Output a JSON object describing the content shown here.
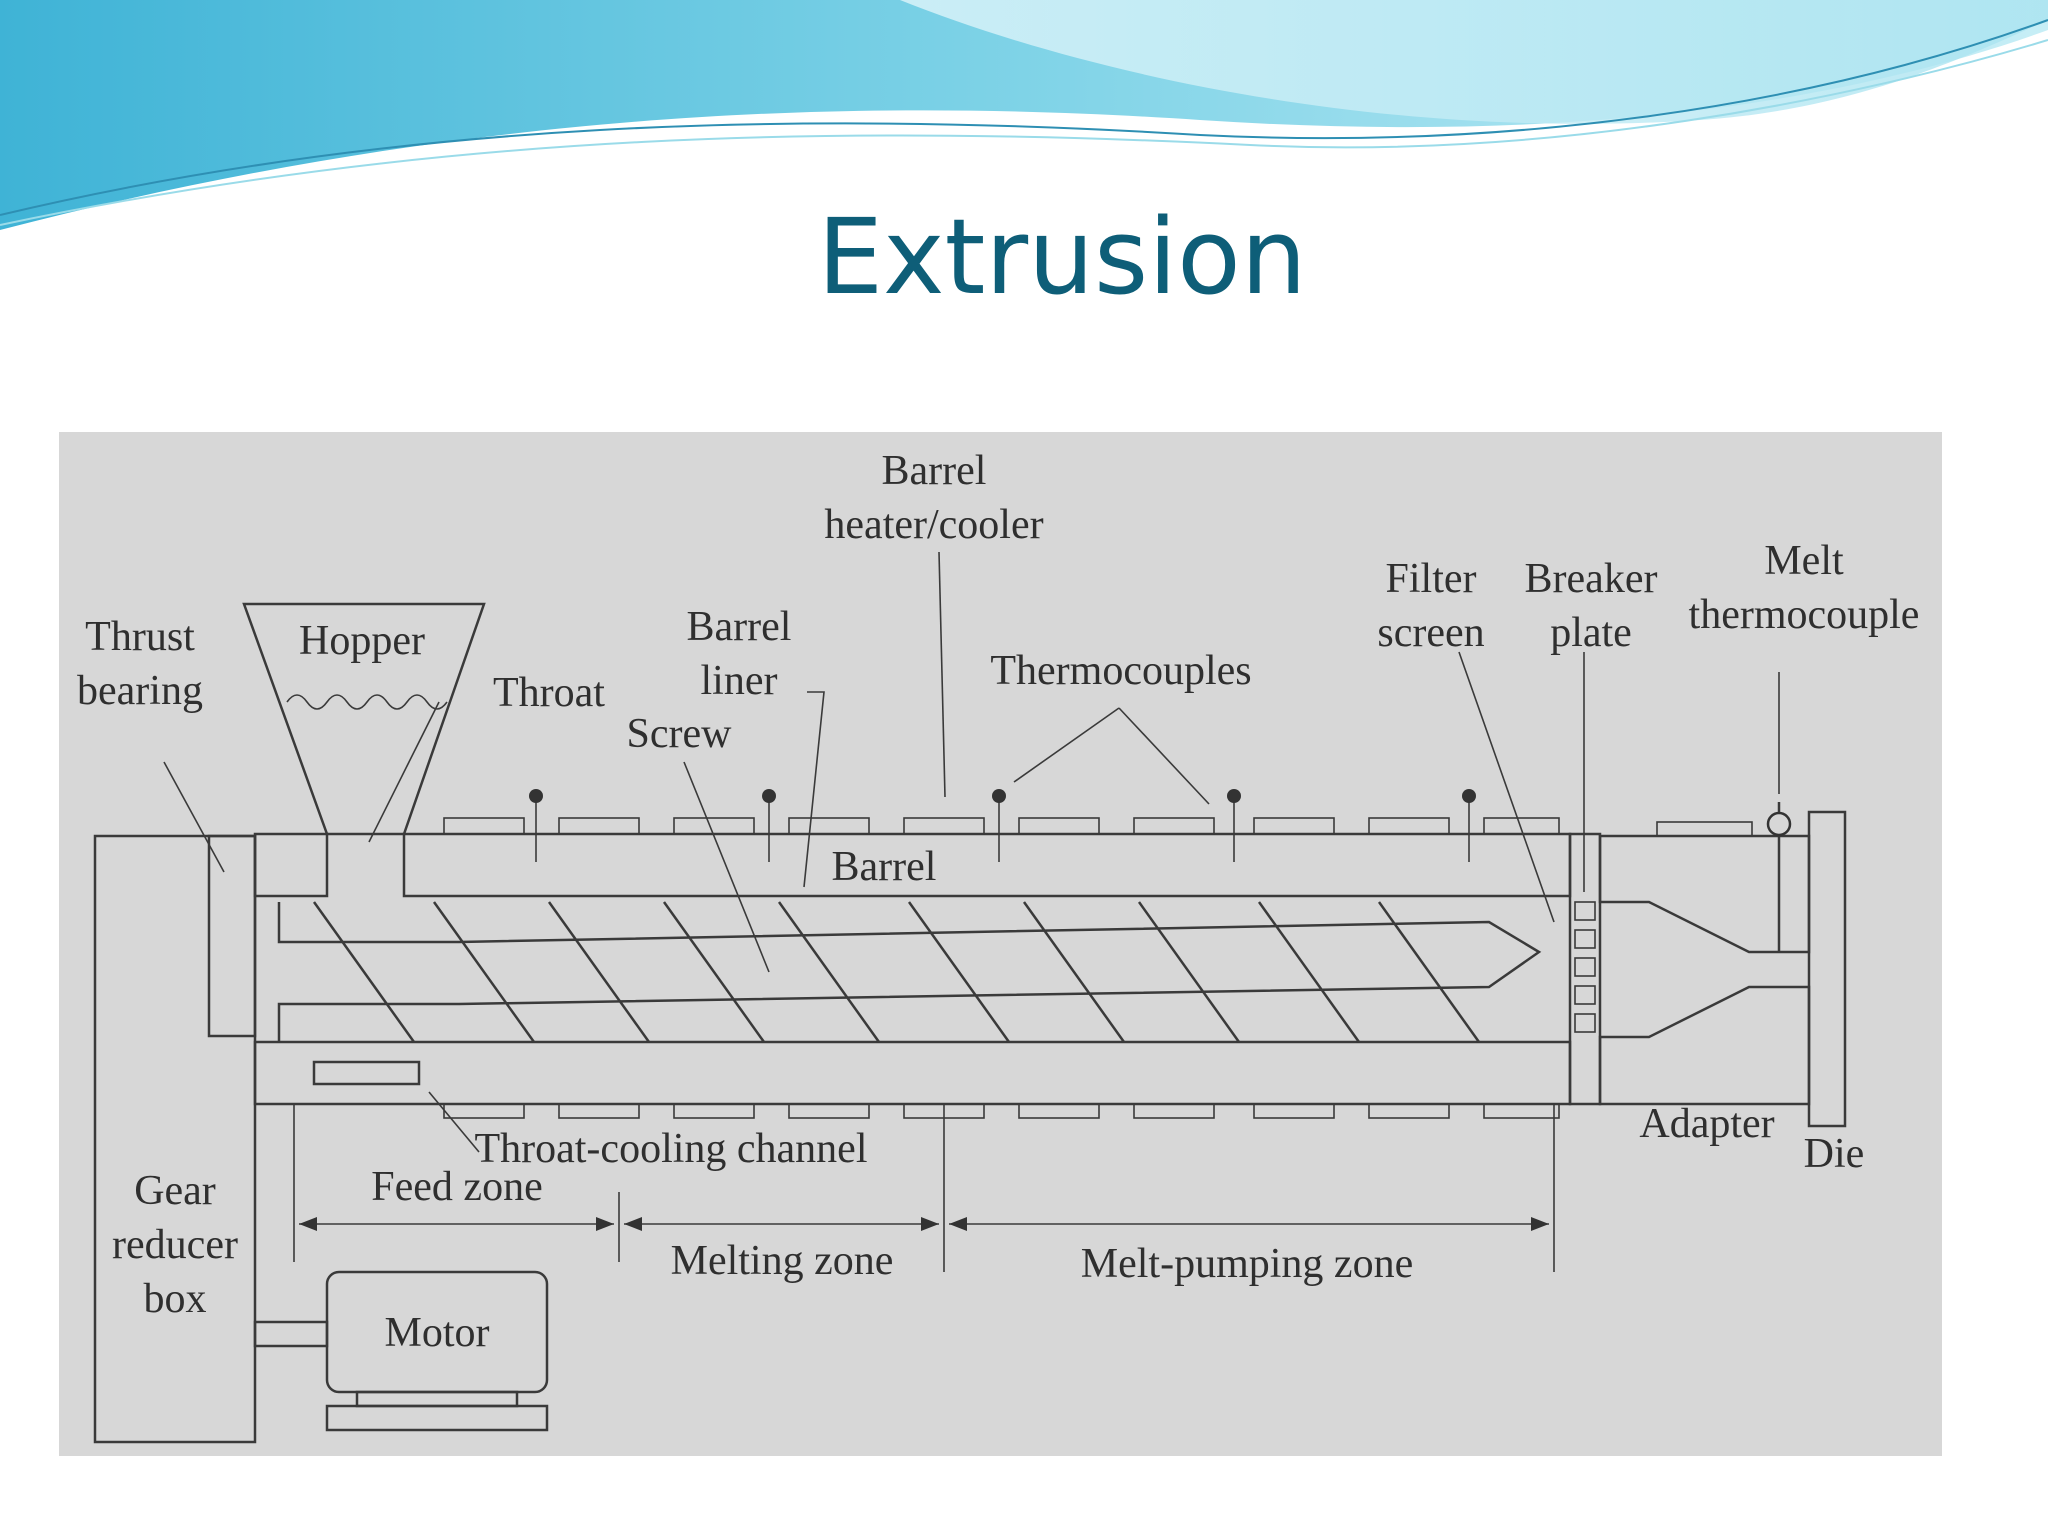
{
  "slide": {
    "title": "Extrusion",
    "colors": {
      "title": "#0e5e78",
      "wave_light": "#c7eef6",
      "wave_mid": "#7fd3e7",
      "wave_dark": "#3fb3d6",
      "diagram_background": "#d7d7d7"
    }
  },
  "diagram": {
    "labels": {
      "barrel_heater_cooler": [
        "Barrel",
        "heater/cooler"
      ],
      "thrust_bearing": [
        "Thrust",
        "bearing"
      ],
      "hopper": "Hopper",
      "throat": "Throat",
      "barrel_liner": [
        "Barrel",
        "liner"
      ],
      "screw": "Screw",
      "thermocouples": "Thermocouples",
      "filter_screen": [
        "Filter",
        "screen"
      ],
      "breaker_plate": [
        "Breaker",
        "plate"
      ],
      "melt_thermocouple": [
        "Melt",
        "thermocouple"
      ],
      "barrel": "Barrel",
      "adapter": "Adapter",
      "die": "Die",
      "throat_cooling_channel": "Throat-cooling channel",
      "gear_reducer_box": [
        "Gear",
        "reducer",
        "box"
      ],
      "feed_zone": "Feed zone",
      "melting_zone": "Melting zone",
      "melt_pumping_zone": "Melt-pumping zone",
      "motor": "Motor"
    }
  }
}
